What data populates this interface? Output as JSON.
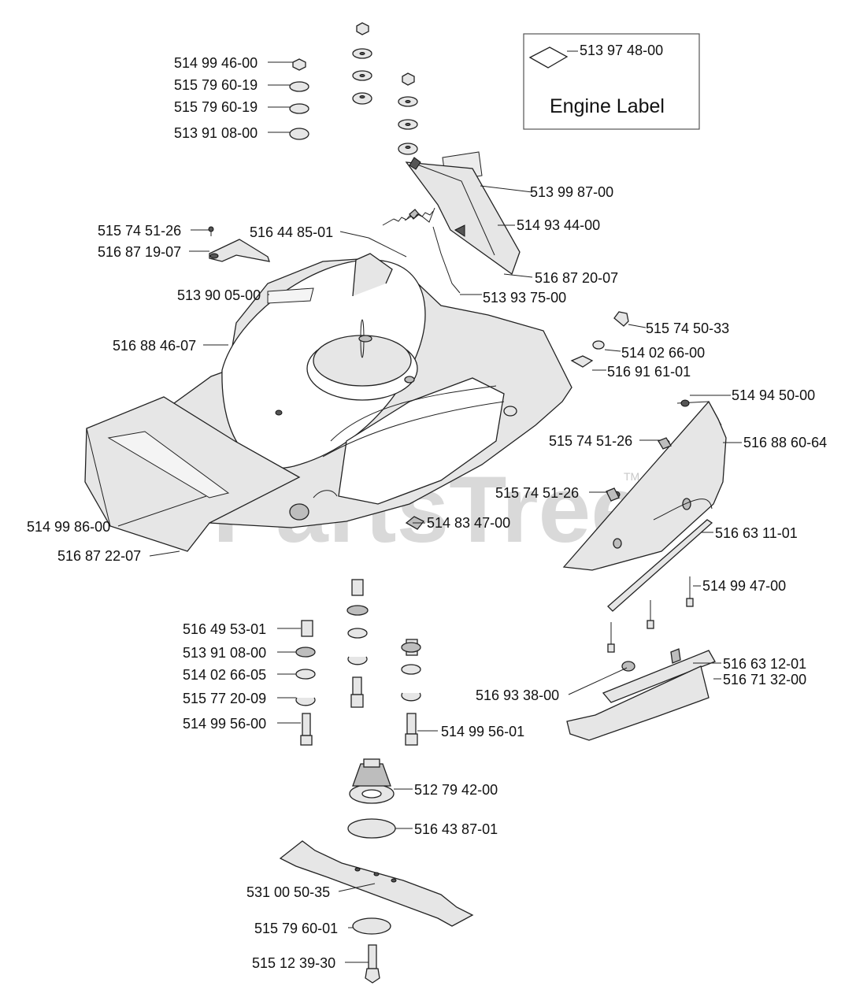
{
  "watermark": {
    "text": "PartsTree",
    "tm": "TM"
  },
  "engine_label_box": {
    "part_number": "513 97 48-00",
    "caption": "Engine Label"
  },
  "labels": [
    "514 99 46-00",
    "515 79 60-19",
    "515 79 60-19",
    "513 91 08-00",
    "513 99 87-00",
    "514 93 44-00",
    "515 74 51-26",
    "516 44 85-01",
    "516 87 19-07",
    "516 87 20-07",
    "513 90 05-00",
    "513 93 75-00",
    "515 74 50-33",
    "516 88 46-07",
    "514 02 66-00",
    "516 91 61-01",
    "514 94 50-00",
    "515 74 51-26",
    "516 88 60-64",
    "515 74 51-26",
    "514 99 86-00",
    "514 83 47-00",
    "516 63 11-01",
    "516 87 22-07",
    "514 99 47-00",
    "516 49 53-01",
    "513 91 08-00",
    "514 02 66-05",
    "515 77 20-09",
    "514 99 56-00",
    "516 63 12-01",
    "516 71 32-00",
    "516 93 38-00",
    "514 99 56-01",
    "512 79 42-00",
    "516 43 87-01",
    "531 00 50-35",
    "515 79 60-01",
    "515 12 39-30"
  ]
}
